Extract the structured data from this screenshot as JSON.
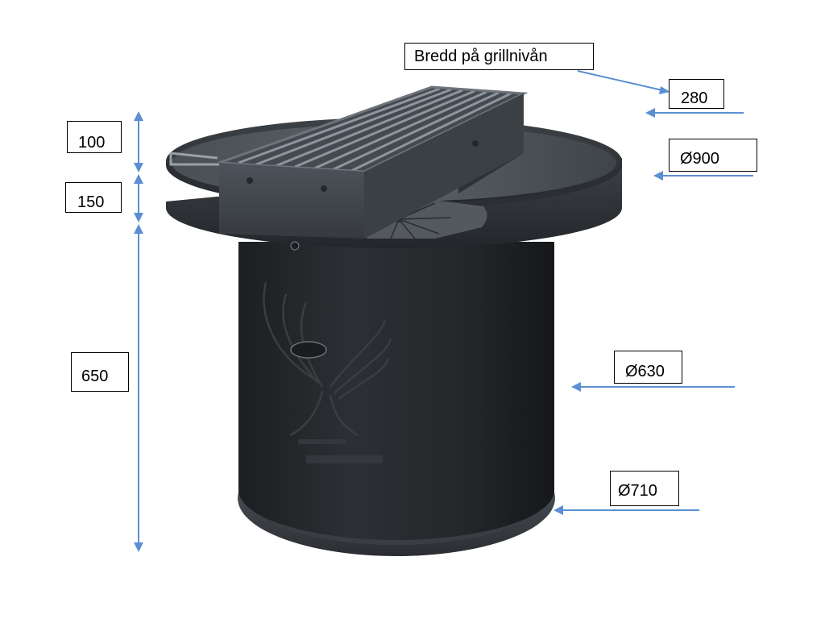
{
  "labels": {
    "grill_width": "Bredd på grillnivån",
    "grill_depth": "280",
    "top_diameter": "Ø900",
    "grate_height": "100",
    "rim_height": "150",
    "body_height": "650",
    "body_diameter": "Ø630",
    "base_diameter": "Ø710"
  },
  "colors": {
    "arrow": "#5b8fd1",
    "metal_dark": "#2a2d31",
    "metal_light": "#5b6168",
    "background": "#ffffff"
  }
}
